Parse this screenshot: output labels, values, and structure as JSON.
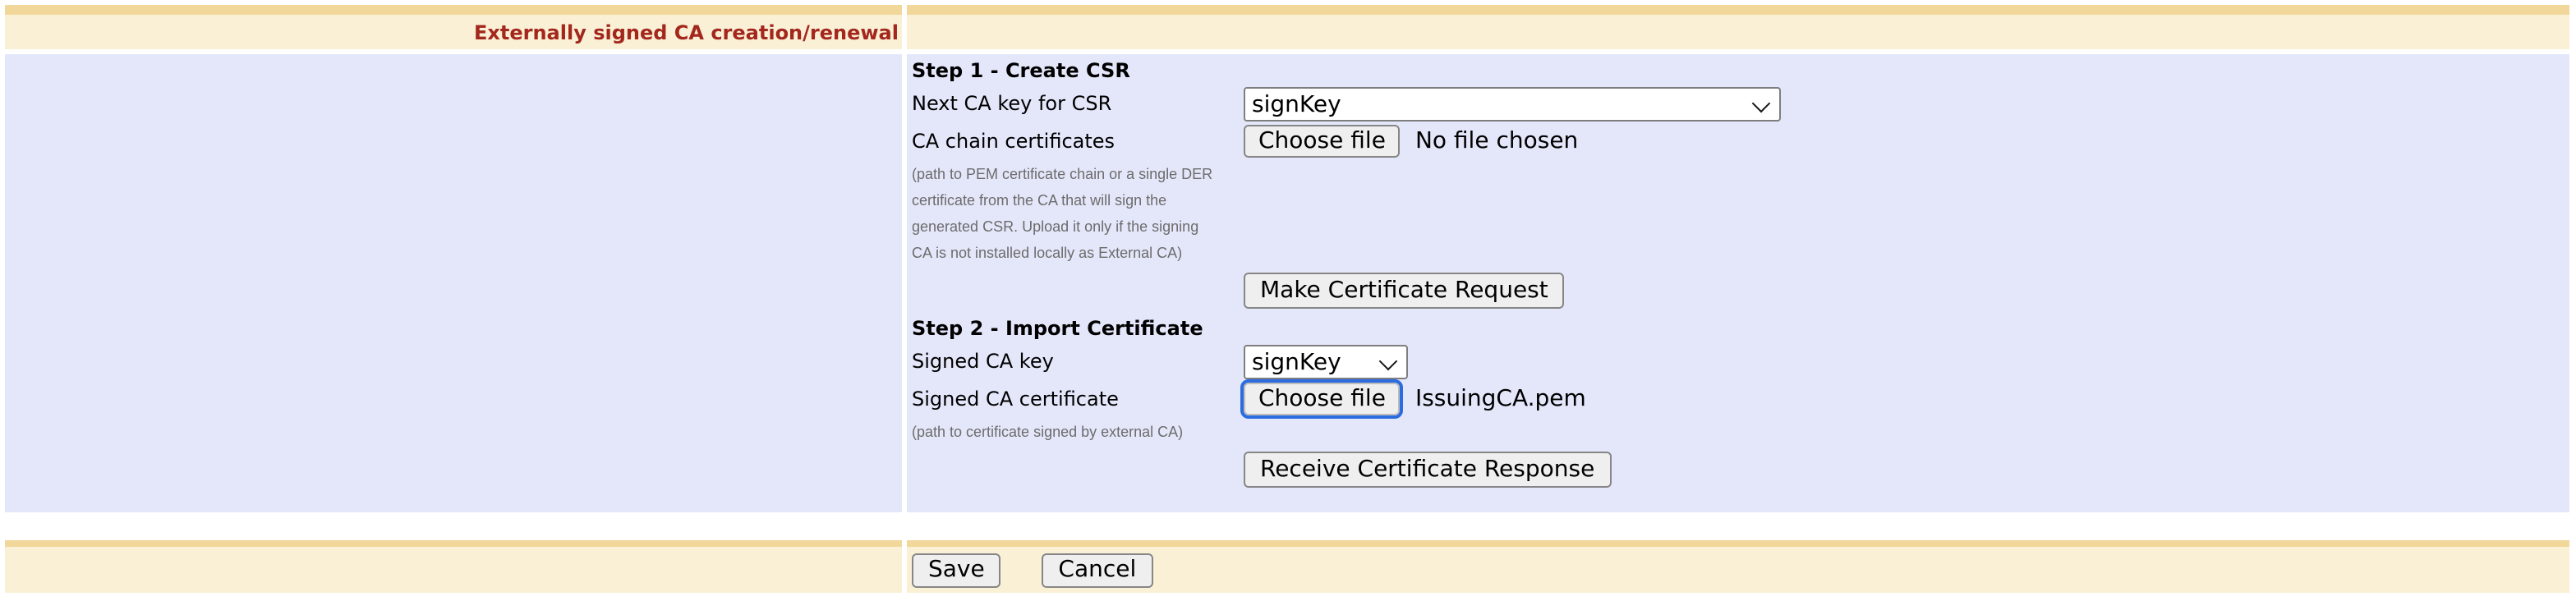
{
  "header": {
    "title": "Externally signed CA creation/renewal"
  },
  "form": {
    "step1": {
      "heading": "Step 1 - Create CSR",
      "next_ca_key_label": "Next CA key for CSR",
      "next_ca_key_value": "signKey",
      "ca_chain_label": "CA chain certificates",
      "ca_chain_button_label": "Choose file",
      "ca_chain_status": "No file chosen",
      "ca_chain_help": "(path to PEM certificate chain or a single DER\ncertificate from the CA that will sign the\ngenerated CSR. Upload it only if the signing\nCA is not installed locally as External CA)",
      "make_request_button_label": "Make Certificate Request"
    },
    "step2": {
      "heading": "Step 2 - Import Certificate",
      "signed_key_label": "Signed CA key",
      "signed_key_value": "signKey",
      "signed_cert_label": "Signed CA certificate",
      "signed_cert_button_label": "Choose file",
      "signed_cert_filename": "IssuingCA.pem",
      "signed_cert_help": "(path to certificate signed by external CA)",
      "receive_response_button_label": "Receive Certificate Response"
    }
  },
  "footer": {
    "save_label": "Save",
    "cancel_label": "Cancel"
  },
  "colors": {
    "band_background": "#FAF0D6",
    "band_strip": "#F2D79A",
    "panel_background": "#E4E7FA",
    "title_text": "#A3271D",
    "help_text": "#6C6C6C",
    "button_background": "#EFEFEF",
    "focus_ring": "#2B6CE0"
  }
}
